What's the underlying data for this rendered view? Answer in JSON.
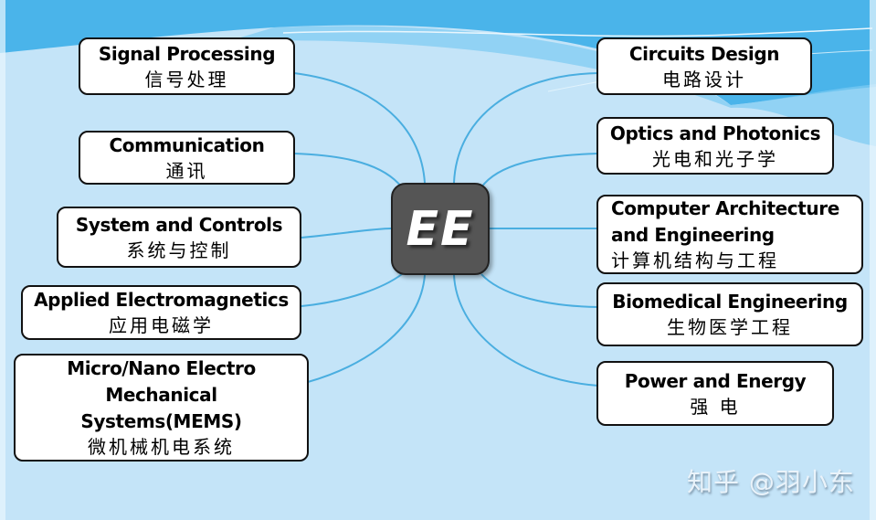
{
  "diagram": {
    "type": "mind-map",
    "center": {
      "label": "EE"
    },
    "colors": {
      "background": "#c4e4f8",
      "header_wave": "#4ab4ea",
      "connector": "#4aaee0",
      "center_fill": "#555555",
      "node_fill": "#ffffff",
      "node_border": "#111111"
    },
    "left_branches": [
      {
        "en": "Signal Processing",
        "zh": "信号处理"
      },
      {
        "en": "Communication",
        "zh": "通讯"
      },
      {
        "en": "System and Controls",
        "zh": "系统与控制"
      },
      {
        "en": "Applied Electromagnetics",
        "zh": "应用电磁学"
      },
      {
        "en_lines": [
          "Micro/Nano Electro",
          "Mechanical",
          "Systems(MEMS)"
        ],
        "zh": "微机械机电系统"
      }
    ],
    "right_branches": [
      {
        "en": "Circuits Design",
        "zh": "电路设计"
      },
      {
        "en": "Optics and Photonics",
        "zh": "光电和光子学"
      },
      {
        "en_lines": [
          "Computer Architecture",
          "and Engineering"
        ],
        "zh": "计算机结构与工程"
      },
      {
        "en": "Biomedical Engineering",
        "zh": "生物医学工程"
      },
      {
        "en": "Power and Energy",
        "zh": "强 电"
      }
    ]
  },
  "watermark": {
    "text": "知乎 @羽小东"
  }
}
